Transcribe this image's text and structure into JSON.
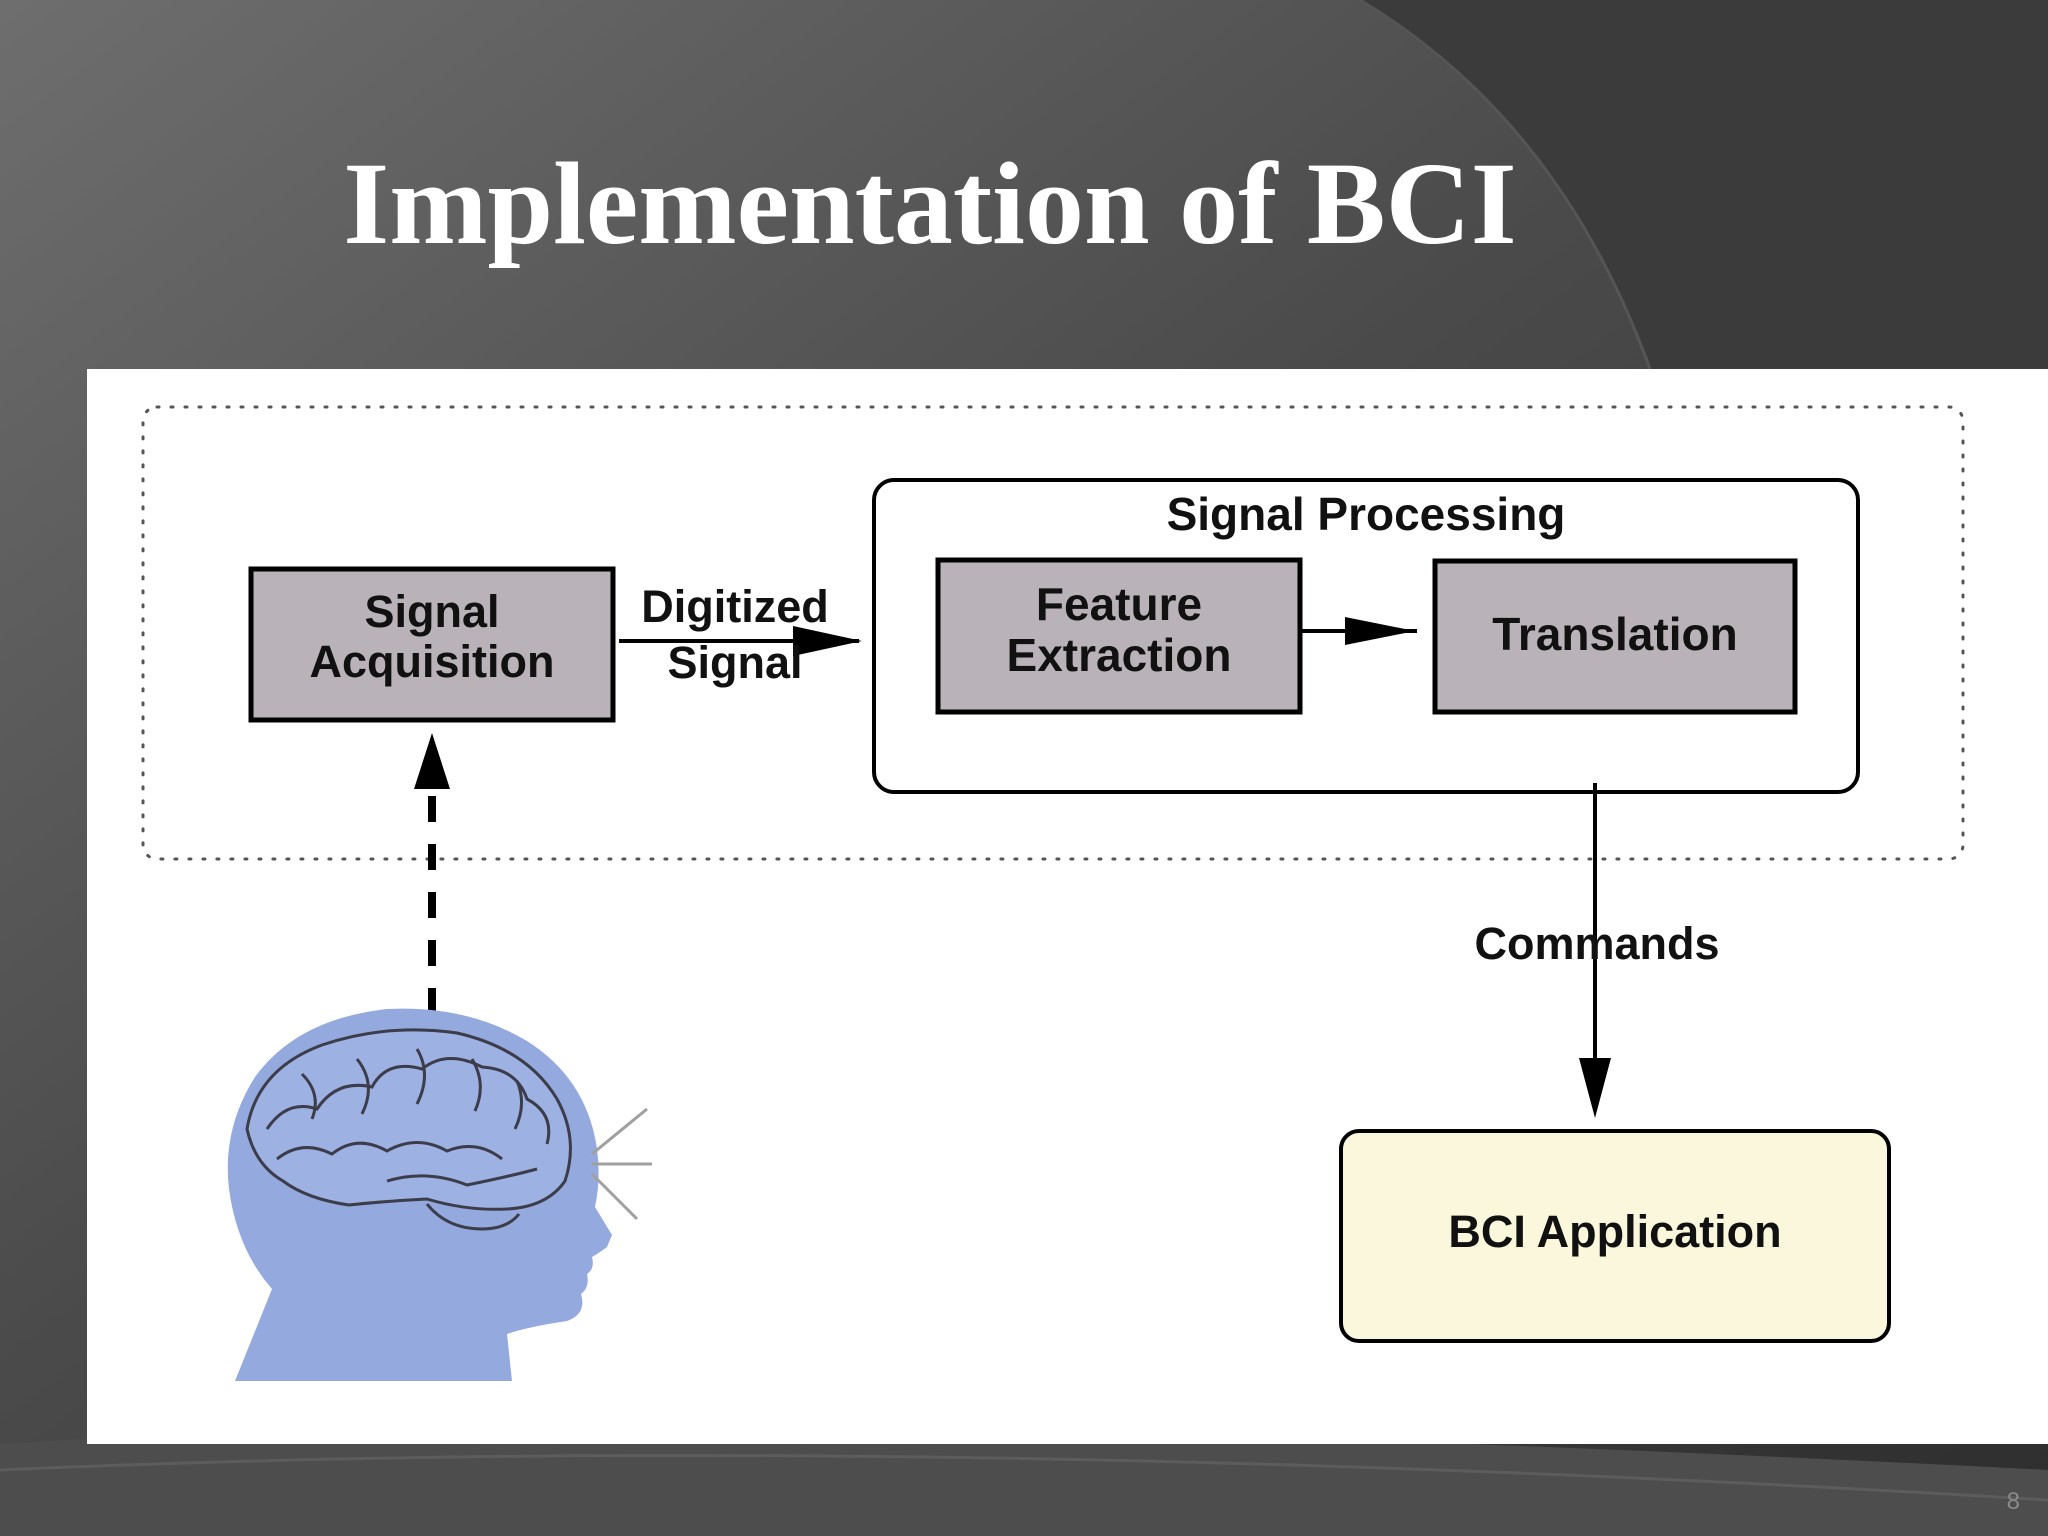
{
  "slide": {
    "title": "Implementation of BCI",
    "page_number": "8"
  },
  "diagram": {
    "signal_acquisition": "Signal\nAcquisition",
    "digitized_signal": "Digitized\nSignal",
    "signal_processing": "Signal Processing",
    "feature_extraction": "Feature\nExtraction",
    "translation": "Translation",
    "commands": "Commands",
    "bci_application": "BCI Application"
  },
  "colors": {
    "process_box_fill": "#b9b2b8",
    "application_box_fill": "#fbf7dc",
    "head_fill": "#94a9dd",
    "brain_outline": "#3c3c4a",
    "background_dark": "#3a3a3a"
  },
  "icons": [
    "brain-head-icon"
  ]
}
